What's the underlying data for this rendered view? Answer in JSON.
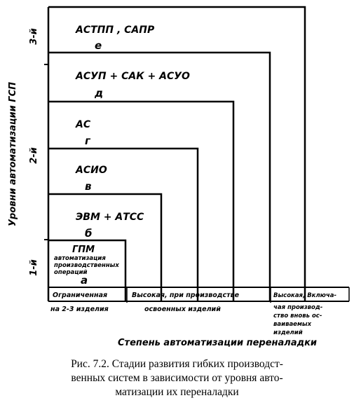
{
  "diagram": {
    "y_axis_title": "Уровни автоматизации ГСП",
    "level_labels": [
      "3-й",
      "2-й",
      "1-й"
    ],
    "stages": [
      {
        "system": "АСТПП , САПР",
        "letter": "е"
      },
      {
        "system": "АСУП + САК + АСУО",
        "letter": "д"
      },
      {
        "system": "АС",
        "letter": "г"
      },
      {
        "system": "АСИО",
        "letter": "в"
      },
      {
        "system": "ЭВМ + АТСС",
        "letter": "б"
      },
      {
        "system": "ГПМ",
        "detail": [
          "автоматизация",
          "производственных",
          "операций"
        ],
        "letter": "а"
      }
    ],
    "bottom_columns": [
      {
        "lines": [
          "Ограниченная",
          "на 2-3 изделия"
        ]
      },
      {
        "lines": [
          "Высокая, при производстве",
          "освоенных изделий"
        ]
      },
      {
        "lines": [
          "Высокая, Включа-",
          "чая производ-",
          "ство вновь ос-",
          "ваиваемых",
          "изделий"
        ]
      }
    ],
    "x_axis_title": "Степень автоматизации переналадки"
  },
  "caption": {
    "lines": [
      "Рис. 7.2. Стадии развития гибких производст-",
      "венных систем в зависимости от уровня авто-",
      "матизации их переналадки"
    ]
  }
}
